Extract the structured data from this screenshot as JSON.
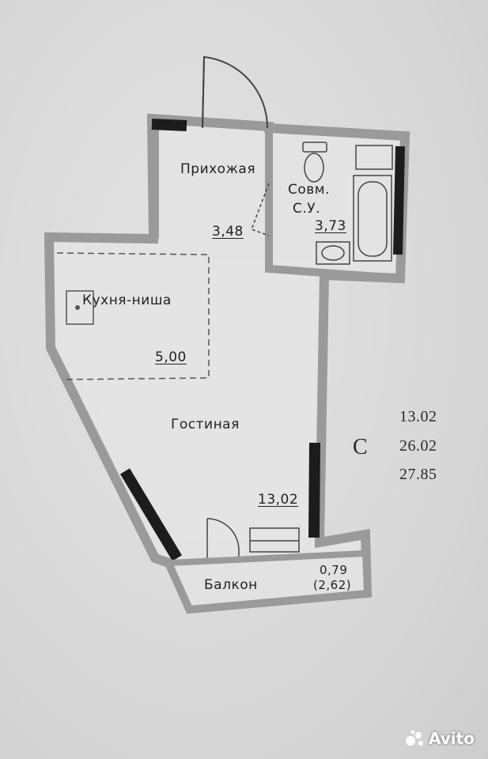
{
  "rooms": {
    "hallway": {
      "name": "Прихожая",
      "area": "3,48"
    },
    "bathroom": {
      "name_line1": "Совм.",
      "name_line2": "С.У.",
      "area": "3,73"
    },
    "kitchen": {
      "name": "Кухня-ниша",
      "area": "5,00"
    },
    "living": {
      "name": "Гостиная",
      "area": "13,02"
    },
    "balcony": {
      "name": "Балкон",
      "area": "0,79",
      "area_full": "(2,62)"
    }
  },
  "summary": {
    "type_letter": "С",
    "living_area": "13.02",
    "total_area": "26.02",
    "total_with_balcony": "27.85"
  },
  "watermark": {
    "text": "Avito",
    "icon": "avito-logo-icon"
  },
  "colors": {
    "wall": "#9a9a9a",
    "wall_dark": "#1c1c1c",
    "floor": "#e6e6e6",
    "line": "#444444"
  }
}
